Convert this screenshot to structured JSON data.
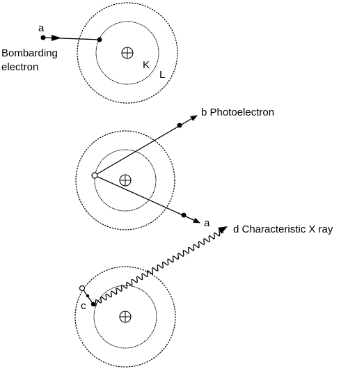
{
  "labels": {
    "a_incoming": "a",
    "bombarding_line1": "Bombarding",
    "bombarding_line2": "electron",
    "shell_k": "K",
    "shell_l": "L",
    "photoelectron": "b Photoelectron",
    "a_scattered": "a",
    "characteristic_xray": "d Characteristic X ray",
    "c_transition": "c"
  }
}
